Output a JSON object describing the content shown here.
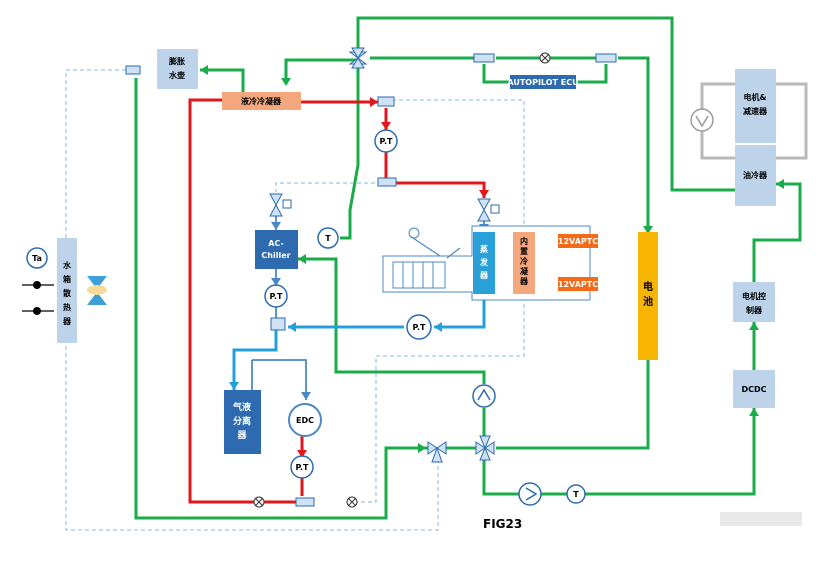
{
  "components": {
    "expansion_tank": [
      "膨胀",
      "水壶"
    ],
    "liquid_condenser": "液冷冷凝器",
    "autopilot_ecu": "AUTOPILOT ECU",
    "motor_reducer": [
      "电机&",
      "减速器"
    ],
    "oil_cooler": "油冷器",
    "ac_chiller": [
      "AC-",
      "Chiller"
    ],
    "evaporator": [
      "蒸",
      "发",
      "器"
    ],
    "internal_condenser": [
      "内",
      "置",
      "冷",
      "凝",
      "器"
    ],
    "ptc_top": "12VAPTC",
    "ptc_bottom": "12VAPTC",
    "battery": [
      "电",
      "池"
    ],
    "motor_controller": [
      "电机控",
      "制器"
    ],
    "dcdc": "DCDC",
    "radiator": [
      "水",
      "箱",
      "散",
      "热",
      "器"
    ],
    "gas_liquid_separator": [
      "气液",
      "分离",
      "器"
    ],
    "edc": "EDC"
  },
  "sensors": {
    "pt1": "P.T",
    "pt2": "P.T",
    "pt3": "P.T",
    "pt4": "P.T",
    "t1": "T",
    "t2": "T",
    "ta": "Ta"
  },
  "figure_label": "FIG23",
  "colors": {
    "coolant_line": "#1aab4b",
    "refrigerant_high": "#e3171b",
    "refrigerant_low": "#23a0dc",
    "component_blue": "#2d6ab0",
    "component_light": "#bdd3ea",
    "component_orange": "#f4a67c",
    "ptc_orange": "#f36a18",
    "battery": "#f7b500",
    "oil_loop": "#b9b9b9"
  }
}
